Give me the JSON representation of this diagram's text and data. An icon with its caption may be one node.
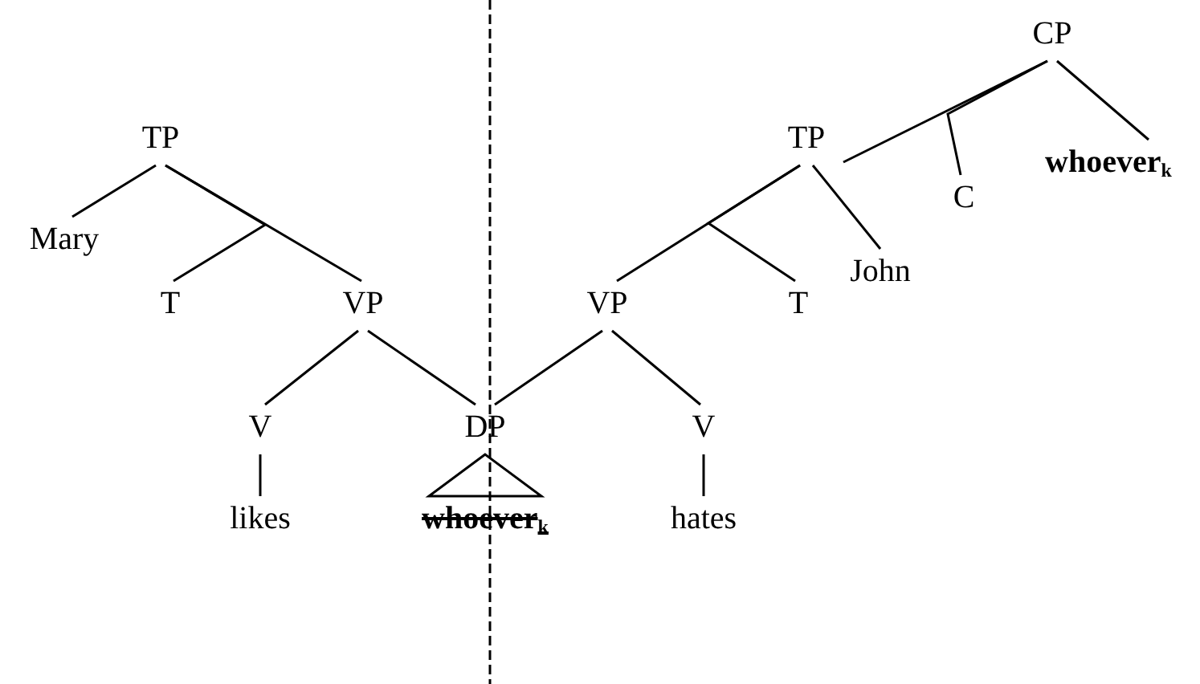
{
  "diagram": {
    "nodes": [
      {
        "text": [
          "CP"
        ]
      },
      {
        "text": [
          "whoever$_{k}$"
        ]
      },
      {
        "text": [
          "TP"
        ]
      },
      {
        "text": [
          "TP"
        ]
      },
      {
        "text": [
          "C"
        ]
      },
      {
        "text": [
          "Mary"
        ]
      },
      {
        "text": [
          "John"
        ]
      },
      {
        "text": [
          "T"
        ]
      },
      {
        "text": [
          "VP"
        ]
      },
      {
        "text": [
          "VP"
        ]
      },
      {
        "text": [
          "T"
        ]
      },
      {
        "text": [
          "V"
        ]
      },
      {
        "text": [
          "DP"
        ]
      },
      {
        "text": [
          "V"
        ]
      },
      {
        "text": [
          "likes"
        ]
      },
      {
        "text": [
          "whoever$_{k}$"
        ]
      },
      {
        "text": [
          "hates"
        ]
      }
    ],
    "edges": [
      {
        "from": 0,
        "to": 3,
        "arrow": "none"
      },
      {
        "from": 0,
        "to": 4,
        "arrow": "none"
      },
      {
        "from": 0,
        "to": 1,
        "arrow": "none"
      },
      {
        "from": 3,
        "to": 9,
        "arrow": "none"
      },
      {
        "from": 3,
        "to": 10,
        "arrow": "none"
      },
      {
        "from": 3,
        "to": 6,
        "arrow": "none"
      },
      {
        "from": 2,
        "to": 5,
        "arrow": "none"
      },
      {
        "from": 2,
        "to": 7,
        "arrow": "none"
      },
      {
        "from": 2,
        "to": 8,
        "arrow": "none"
      },
      {
        "from": 8,
        "to": 11,
        "arrow": "none"
      },
      {
        "from": 8,
        "to": 12,
        "arrow": "none"
      },
      {
        "from": 9,
        "to": 12,
        "arrow": "none"
      },
      {
        "from": 9,
        "to": 13,
        "arrow": "none"
      },
      {
        "from": 11,
        "to": 14,
        "arrow": "none"
      },
      {
        "from": 13,
        "to": 16,
        "arrow": "none"
      },
      {
        "from": 12,
        "to": 15,
        "arrow": "none"
      }
    ]
  }
}
